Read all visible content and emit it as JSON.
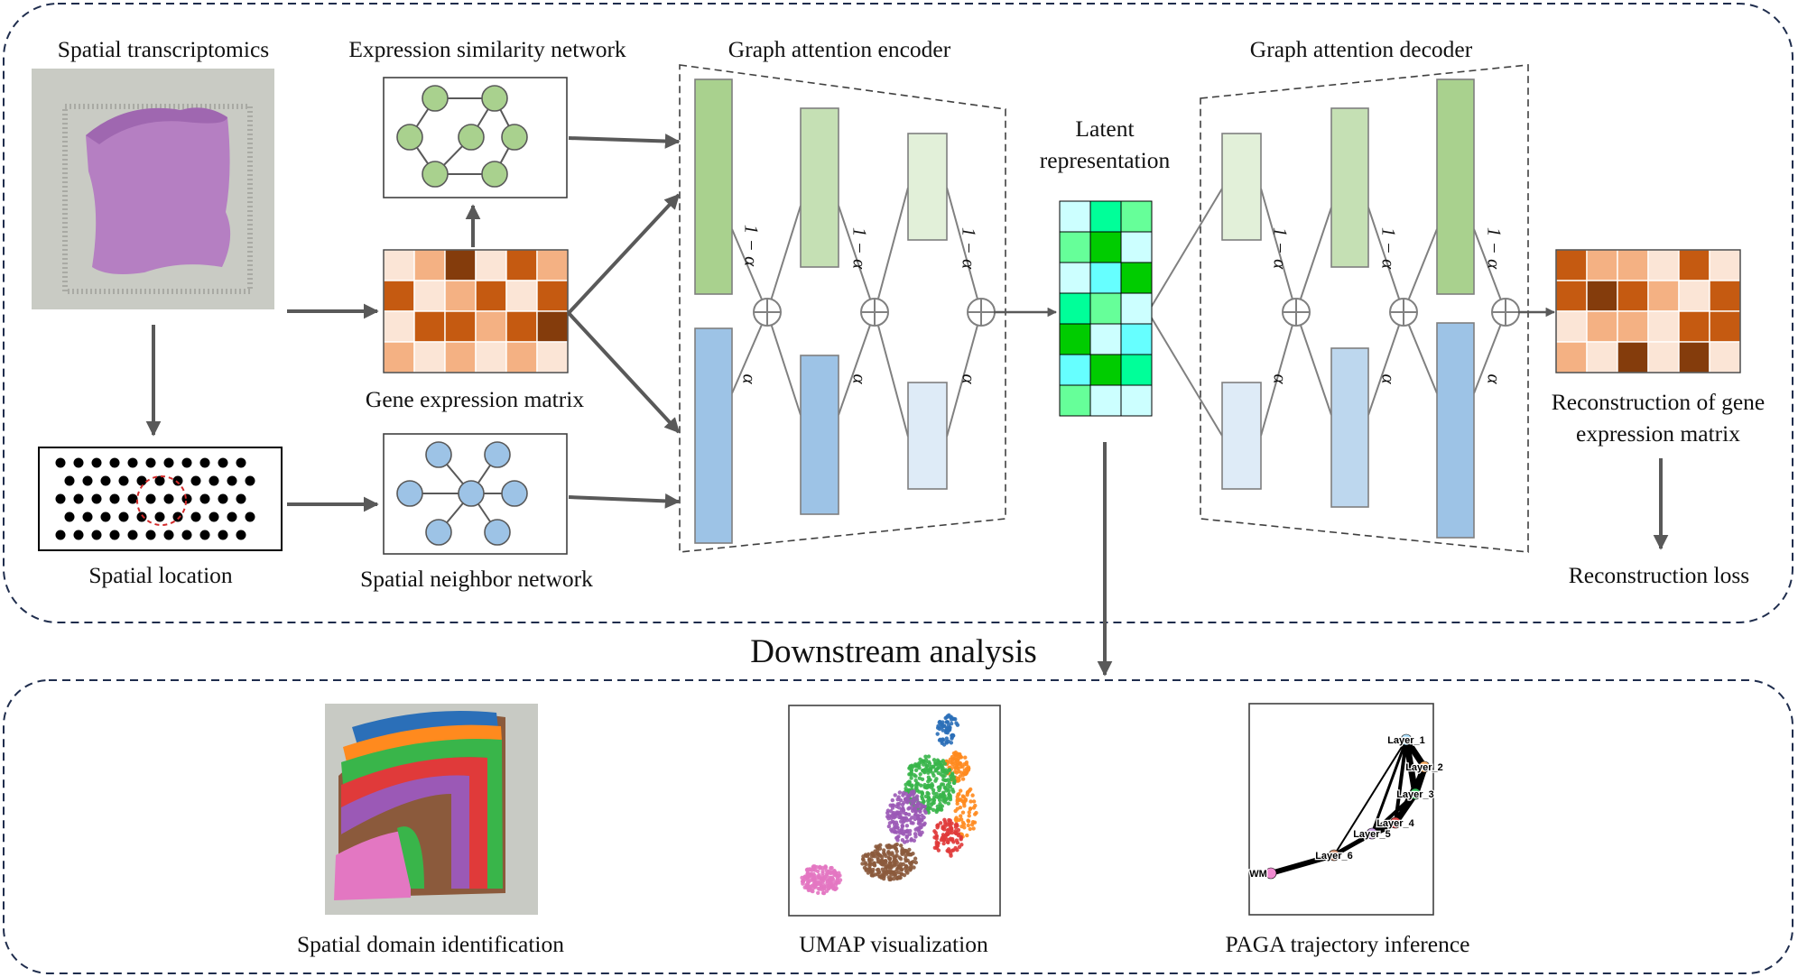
{
  "labels": {
    "spatial_transcriptomics": "Spatial transcriptomics",
    "expression_similarity_network": "Expression similarity network",
    "graph_attention_encoder": "Graph attention encoder",
    "graph_attention_decoder": "Graph attention decoder",
    "latent_representation_line1": "Latent",
    "latent_representation_line2": "representation",
    "gene_expression_matrix": "Gene expression matrix",
    "spatial_location": "Spatial location",
    "spatial_neighbor_network": "Spatial neighbor network",
    "reconstruction_line1": "Reconstruction of gene",
    "reconstruction_line2": "expression matrix",
    "reconstruction_loss": "Reconstruction loss",
    "downstream_analysis": "Downstream analysis",
    "spatial_domain_identification": "Spatial domain identification",
    "umap_visualization": "UMAP visualization",
    "paga_trajectory_inference": "PAGA trajectory inference"
  },
  "weights": {
    "one_minus_alpha": "1 − α",
    "alpha": "α"
  },
  "paga_nodes": [
    "Layer_1",
    "Layer_2",
    "Layer_3",
    "Layer_4",
    "Layer_5",
    "Layer_6",
    "WM"
  ],
  "colors": {
    "arrow": "#595959",
    "panel_border": "#1f2d4d",
    "encoder_green": [
      "#a9d18e",
      "#c5e0b4",
      "#e2f0d9"
    ],
    "encoder_blue": [
      "#9dc3e6",
      "#bdd7ee",
      "#deebf7"
    ],
    "node_green": "#a9d18e",
    "node_blue": "#9dc3e6",
    "matrix_palette": [
      "#fbe5d6",
      "#f4b183",
      "#c55a11",
      "#843c0c"
    ],
    "latent_palette": [
      "#ccffff",
      "#66ff99",
      "#00cc00",
      "#66ffff",
      "#33ff99",
      "#00ff99"
    ],
    "domain_palette": [
      "#2b6fb8",
      "#ff8a1e",
      "#39b54a",
      "#e03a3a",
      "#9b59b6",
      "#8b5a3c",
      "#e377c2"
    ]
  }
}
